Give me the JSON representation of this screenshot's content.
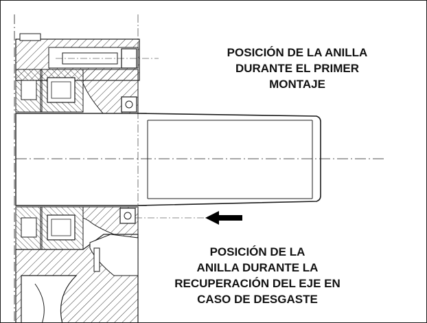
{
  "labels": {
    "first_assembly": [
      "POSICIÓN DE LA ANILLA",
      "DURANTE EL PRIMER",
      "MONTAJE"
    ],
    "wear_recovery": [
      "POSICIÓN DE LA",
      "ANILLA DURANTE LA",
      "RECUPERACIÓN DEL EJE EN",
      "CASO DE DESGASTE"
    ]
  },
  "colors": {
    "line": "#1a1a1a",
    "hatch": "#333333",
    "arrow": "#000000",
    "background": "#ffffff"
  },
  "icons": {
    "arrow": "arrow-left-icon"
  }
}
